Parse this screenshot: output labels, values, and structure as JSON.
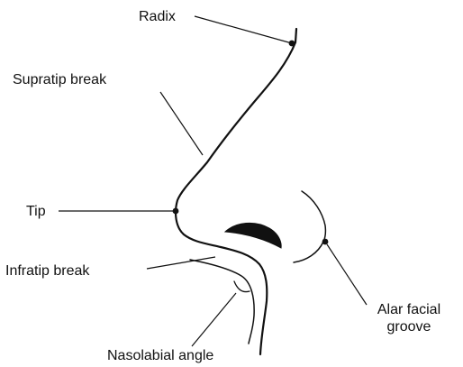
{
  "labels": {
    "radix": "Radix",
    "supratip_break": "Supratip break",
    "tip": "Tip",
    "infratip_break": "Infratip break",
    "alar_facial_groove_line1": "Alar facial",
    "alar_facial_groove_line2": "groove",
    "nasolabial_angle": "Nasolabial angle"
  },
  "colors": {
    "line": "#111111",
    "background": "#ffffff"
  }
}
